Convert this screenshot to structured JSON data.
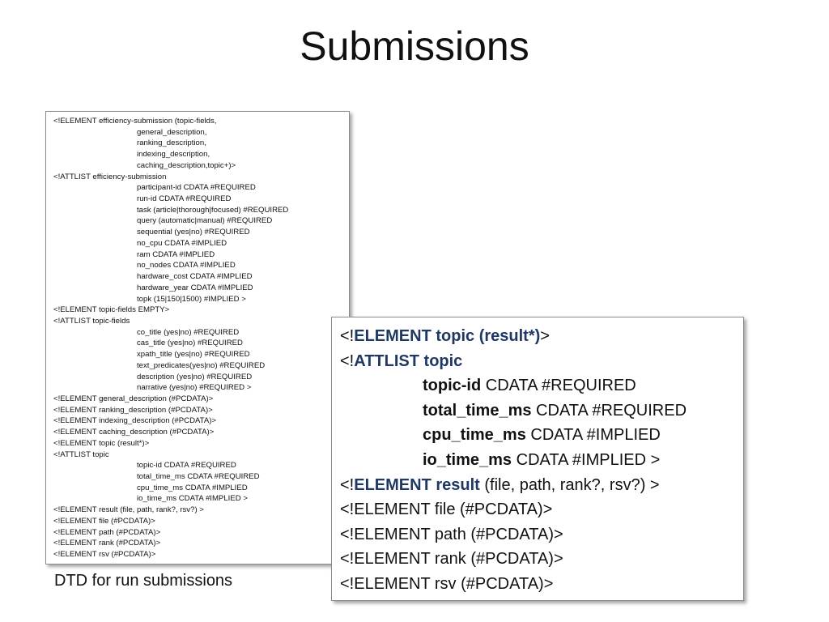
{
  "slide": {
    "title": "Submissions",
    "caption": "DTD for run submissions"
  },
  "dtd_lines": [
    {
      "text": "<!ELEMENT efficiency-submission (topic-fields,",
      "indent": false
    },
    {
      "text": "general_description,",
      "indent": true
    },
    {
      "text": "ranking_description,",
      "indent": true
    },
    {
      "text": "indexing_description,",
      "indent": true
    },
    {
      "text": "caching_description,topic+)>",
      "indent": true
    },
    {
      "text": "<!ATTLIST efficiency-submission",
      "indent": false
    },
    {
      "text": "participant-id CDATA #REQUIRED",
      "indent": true
    },
    {
      "text": "run-id CDATA #REQUIRED",
      "indent": true
    },
    {
      "text": "task (article|thorough|focused) #REQUIRED",
      "indent": true
    },
    {
      "text": "query (automatic|manual) #REQUIRED",
      "indent": true
    },
    {
      "text": "sequential (yes|no) #REQUIRED",
      "indent": true
    },
    {
      "text": "no_cpu CDATA #IMPLIED",
      "indent": true
    },
    {
      "text": "ram CDATA #IMPLIED",
      "indent": true
    },
    {
      "text": "no_nodes CDATA #IMPLIED",
      "indent": true
    },
    {
      "text": "hardware_cost CDATA #IMPLIED",
      "indent": true
    },
    {
      "text": "hardware_year CDATA #IMPLIED",
      "indent": true
    },
    {
      "text": "topk (15|150|1500) #IMPLIED >",
      "indent": true
    },
    {
      "text": "<!ELEMENT topic-fields EMPTY>",
      "indent": false
    },
    {
      "text": "<!ATTLIST topic-fields",
      "indent": false
    },
    {
      "text": "co_title (yes|no) #REQUIRED",
      "indent": true
    },
    {
      "text": "cas_title (yes|no) #REQUIRED",
      "indent": true
    },
    {
      "text": "xpath_title (yes|no) #REQUIRED",
      "indent": true
    },
    {
      "text": "text_predicates(yes|no) #REQUIRED",
      "indent": true
    },
    {
      "text": "description (yes|no) #REQUIRED",
      "indent": true
    },
    {
      "text": "narrative (yes|no) #REQUIRED >",
      "indent": true
    },
    {
      "text": "<!ELEMENT general_description (#PCDATA)>",
      "indent": false
    },
    {
      "text": "<!ELEMENT ranking_description (#PCDATA)>",
      "indent": false
    },
    {
      "text": "<!ELEMENT indexing_description (#PCDATA)>",
      "indent": false
    },
    {
      "text": "<!ELEMENT caching_description (#PCDATA)>",
      "indent": false
    },
    {
      "text": "<!ELEMENT topic (result*)>",
      "indent": false
    },
    {
      "text": "<!ATTLIST topic",
      "indent": false
    },
    {
      "text": "topic-id CDATA #REQUIRED",
      "indent": true
    },
    {
      "text": "total_time_ms CDATA #REQUIRED",
      "indent": true
    },
    {
      "text": "cpu_time_ms CDATA #IMPLIED",
      "indent": true
    },
    {
      "text": "io_time_ms CDATA #IMPLIED >",
      "indent": true
    },
    {
      "text": "<!ELEMENT result (file, path, rank?, rsv?) >",
      "indent": false
    },
    {
      "text": "<!ELEMENT file (#PCDATA)>",
      "indent": false
    },
    {
      "text": "<!ELEMENT path (#PCDATA)>",
      "indent": false
    },
    {
      "text": "<!ELEMENT rank (#PCDATA)>",
      "indent": false
    },
    {
      "text": "<!ELEMENT rsv (#PCDATA)>",
      "indent": false
    }
  ],
  "topic_lines": [
    {
      "indent": false,
      "segments": [
        {
          "t": "<!",
          "s": "plain"
        },
        {
          "t": "ELEMENT topic (result*)",
          "s": "kw"
        },
        {
          "t": ">",
          "s": "plain"
        }
      ]
    },
    {
      "indent": false,
      "segments": [
        {
          "t": "<!",
          "s": "plain"
        },
        {
          "t": "ATTLIST topic",
          "s": "kw"
        }
      ]
    },
    {
      "indent": true,
      "segments": [
        {
          "t": "topic-id",
          "s": "fld"
        },
        {
          "t": " CDATA #REQUIRED",
          "s": "plain"
        }
      ]
    },
    {
      "indent": true,
      "segments": [
        {
          "t": "total_time_ms",
          "s": "fld"
        },
        {
          "t": " CDATA #REQUIRED",
          "s": "plain"
        }
      ]
    },
    {
      "indent": true,
      "segments": [
        {
          "t": "cpu_time_ms",
          "s": "fld"
        },
        {
          "t": " CDATA #IMPLIED",
          "s": "plain"
        }
      ]
    },
    {
      "indent": true,
      "segments": [
        {
          "t": "io_time_ms",
          "s": "fld"
        },
        {
          "t": " CDATA #IMPLIED >",
          "s": "plain"
        }
      ]
    },
    {
      "indent": false,
      "segments": [
        {
          "t": "<!",
          "s": "plain"
        },
        {
          "t": "ELEMENT result",
          "s": "kw"
        },
        {
          "t": " (file, path, rank?, rsv?) >",
          "s": "plain"
        }
      ]
    },
    {
      "indent": false,
      "segments": [
        {
          "t": "<!ELEMENT file (#PCDATA)>",
          "s": "plain"
        }
      ]
    },
    {
      "indent": false,
      "segments": [
        {
          "t": "<!ELEMENT path (#PCDATA)>",
          "s": "plain"
        }
      ]
    },
    {
      "indent": false,
      "segments": [
        {
          "t": "<!ELEMENT rank (#PCDATA)>",
          "s": "plain"
        }
      ]
    },
    {
      "indent": false,
      "segments": [
        {
          "t": "<!ELEMENT rsv (#PCDATA)>",
          "s": "plain"
        }
      ]
    }
  ],
  "colors": {
    "keyword": "#1f3864",
    "text": "#111111",
    "border": "#8a8a8a"
  }
}
